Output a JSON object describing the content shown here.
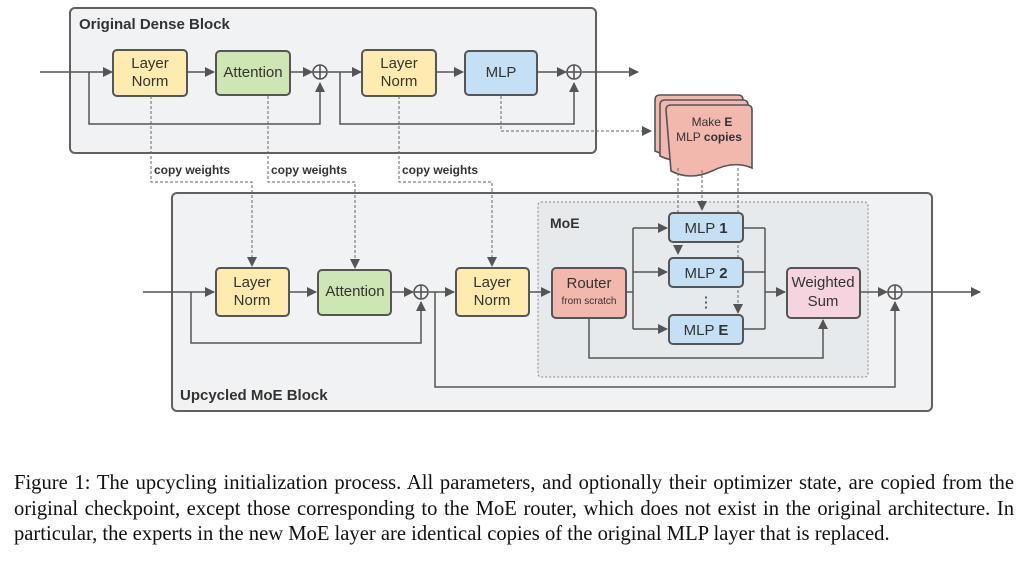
{
  "blocks": {
    "dense": {
      "title": "Original Dense Block",
      "layer_norm_1": [
        "Layer",
        "Norm"
      ],
      "attention": "Attention",
      "layer_norm_2": [
        "Layer",
        "Norm"
      ],
      "mlp": "MLP"
    },
    "copies": {
      "line1_prefix": "Make ",
      "line1_bold": "E",
      "line2_prefix": "MLP ",
      "line2_bold": "copies"
    },
    "copy_labels": [
      "copy weights",
      "copy weights",
      "copy weights"
    ],
    "moe_block": {
      "title": "Upcycled MoE Block",
      "layer_norm_1": [
        "Layer",
        "Norm"
      ],
      "attention": "Attention",
      "layer_norm_2": [
        "Layer",
        "Norm"
      ],
      "moe_label": "MoE",
      "router": "Router",
      "router_sub": "from scratch",
      "experts": [
        {
          "prefix": "MLP ",
          "bold": "1"
        },
        {
          "prefix": "MLP ",
          "bold": "2"
        },
        {
          "prefix": "MLP ",
          "bold": "E"
        }
      ],
      "ellipsis": "⋮",
      "weighted_sum": [
        "Weighted",
        "Sum"
      ]
    }
  },
  "colors": {
    "layer_norm": "#fdebb0",
    "attention": "#cde6b4",
    "mlp": "#c5e0f5",
    "router": "#f3b8ad",
    "weighted_sum": "#f5d4df",
    "copies": "#f3b8ad",
    "block_bg": "#f1f2f4",
    "moe_bg": "#e7eaed",
    "stroke": "#555555"
  },
  "caption": "Figure 1: The upcycling initialization process. All parameters, and optionally their optimizer state, are copied from the original checkpoint, except those corresponding to the MoE router, which does not exist in the original architecture. In particular, the experts in the new MoE layer are identical copies of the original MLP layer that is replaced."
}
